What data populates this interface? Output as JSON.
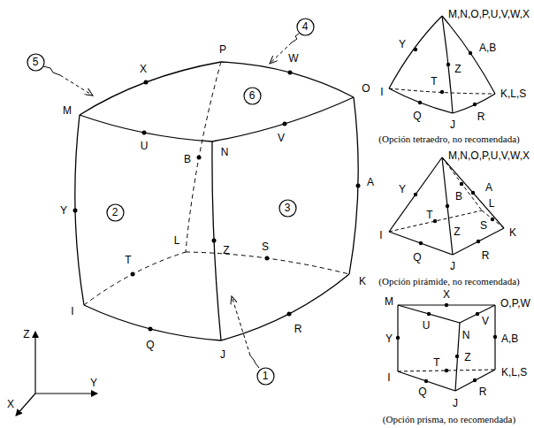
{
  "diagram": {
    "nodes": [
      {
        "text": [
          "4"
        ]
      },
      {
        "text": [
          "5"
        ]
      },
      {
        "text": [
          "6"
        ]
      },
      {
        "text": [
          "2"
        ]
      },
      {
        "text": [
          "3"
        ]
      },
      {
        "text": [
          "1"
        ]
      }
    ],
    "labels": [
      "M",
      "X",
      "P",
      "W",
      "O",
      "U",
      "V",
      "N",
      "B",
      "Y",
      "A",
      "L",
      "S",
      "T",
      "Z",
      "I",
      "Q",
      "J",
      "R",
      "K",
      "Z",
      "Y",
      "X",
      "M,N,O,P,U,V,W,X",
      "Y",
      "A,B",
      "T",
      "Z",
      "K,L,S",
      "I",
      "Q",
      "R",
      "J",
      "(Opción tetraedro, no recomendada)",
      "M,N,O,P,U,V,W,X",
      "Y",
      "B",
      "A",
      "T",
      "L",
      "Z",
      "S",
      "K",
      "I",
      "Q",
      "R",
      "J",
      "(Opción pirámide, no recomendada)",
      "M",
      "X",
      "O,P,W",
      "U",
      "V",
      "N",
      "Y",
      "A,B",
      "T",
      "K,L,S",
      "Z",
      "I",
      "Q",
      "R",
      "J",
      "(Opción prisma, no recomendada)"
    ]
  }
}
